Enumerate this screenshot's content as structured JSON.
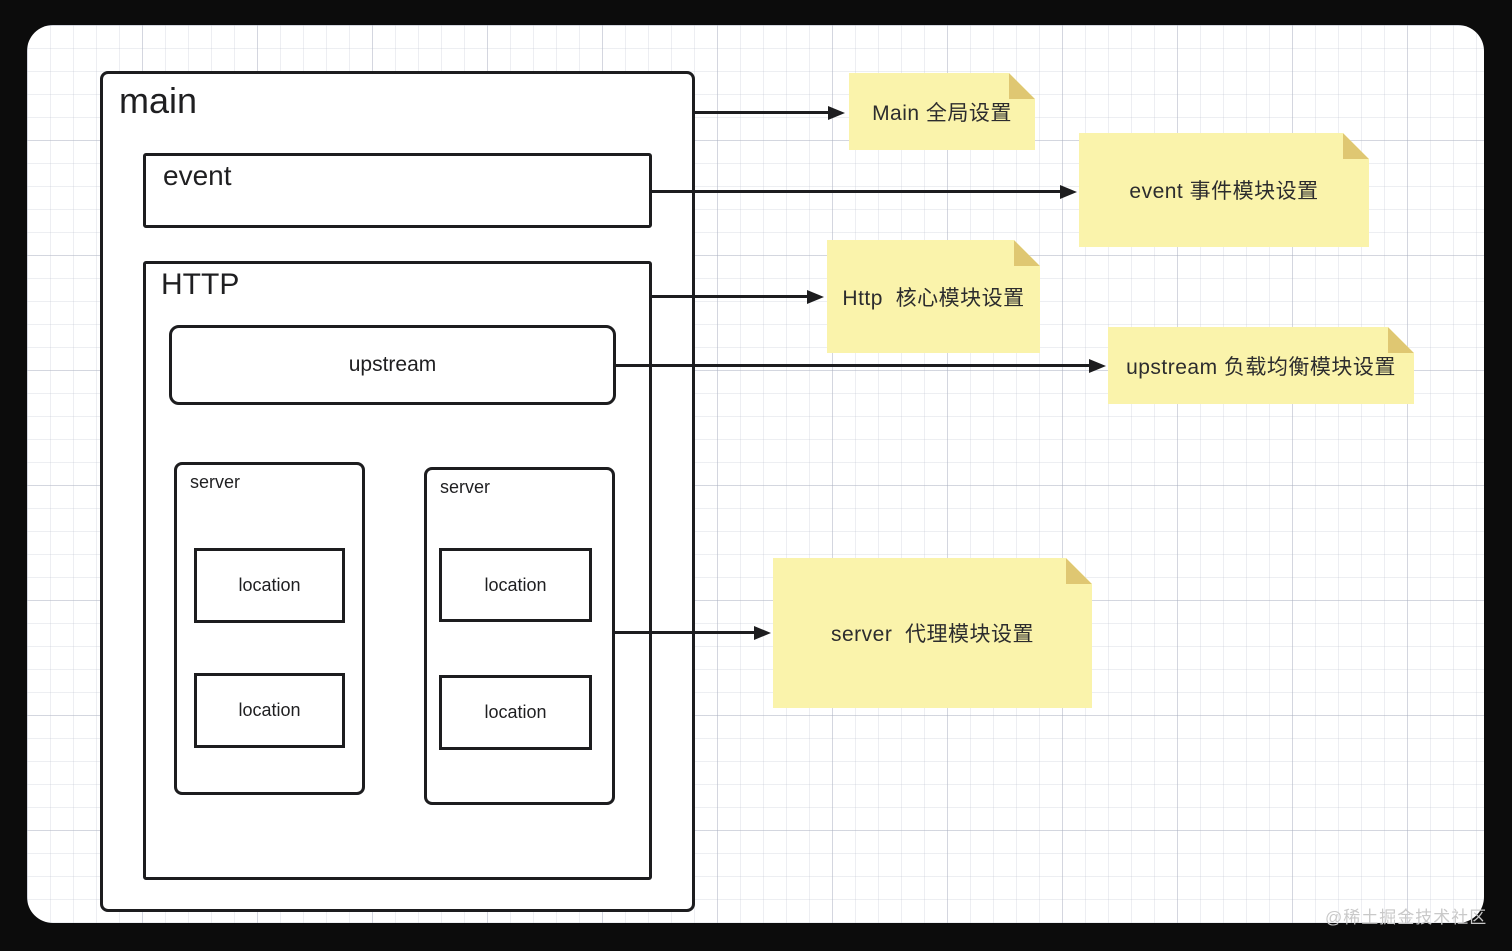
{
  "diagram": {
    "main_label": "main",
    "event_label": "event",
    "http_label": "HTTP",
    "upstream_label": "upstream",
    "server_label_1": "server",
    "server_label_2": "server",
    "location_labels": [
      "location",
      "location",
      "location",
      "location"
    ]
  },
  "notes": {
    "main": "Main 全局设置",
    "event": "event 事件模块设置",
    "http": "Http  核心模块设置",
    "upstream": "upstream 负载均衡模块设置",
    "server": "server  代理模块设置"
  },
  "watermark": {
    "text": "@稀土掘金技术社区"
  },
  "colors": {
    "note_background": "#FAF3AB",
    "note_fold": "#DFC772",
    "line": "#1D1D1F",
    "paper": "#FFFFFF",
    "grid_line": "#E9EBF0",
    "frame": "#0C0C0C"
  }
}
